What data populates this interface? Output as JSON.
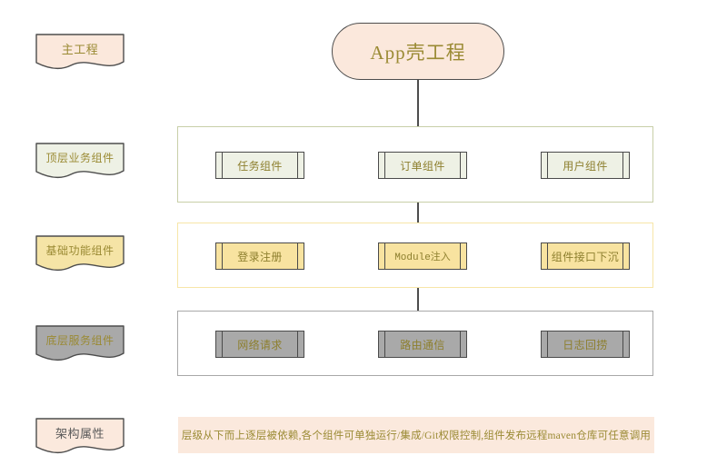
{
  "diagram": {
    "title": "App壳工程",
    "root_node": {
      "label": "App壳工程",
      "fill": "#fbe8dc",
      "stroke": "#4d4d4d",
      "text_color": "#9a8a33"
    },
    "stage_labels": [
      {
        "label": "主工程",
        "fill": "#fbe8dc",
        "stroke": "#4d4d4d",
        "text_color": "#9a8a33"
      },
      {
        "label": "顶层业务组件",
        "fill": "#eef1e5",
        "stroke": "#4d4d4d",
        "text_color": "#9a8a33"
      },
      {
        "label": "基础功能组件",
        "fill": "#f5e4a6",
        "stroke": "#4d4d4d",
        "text_color": "#8d7f2e"
      },
      {
        "label": "底层服务组件",
        "fill": "#a9a9a9",
        "stroke": "#4d4d4d",
        "text_color": "#9a8a33"
      },
      {
        "label": "架构属性",
        "fill": "#fbe9dd",
        "stroke": "#4d4d4d",
        "text_color": "#5a5a5a"
      }
    ],
    "layers": [
      {
        "name": "顶层业务组件",
        "border_color": "#c8cfa8",
        "box_fill": "#eef1e5",
        "components": [
          {
            "label": "任务组件",
            "mono": false
          },
          {
            "label": "订单组件",
            "mono": false
          },
          {
            "label": "用户组件",
            "mono": false
          }
        ]
      },
      {
        "name": "基础功能组件",
        "border_color": "#f7e6a8",
        "box_fill": "#f8e3a0",
        "components": [
          {
            "label": "登录注册",
            "mono": false
          },
          {
            "label": "Module注入",
            "mono": true
          },
          {
            "label": "组件接口下沉",
            "mono": false
          }
        ]
      },
      {
        "name": "底层服务组件",
        "border_color": "#a8a8a8",
        "box_fill": "#a9a9a9",
        "components": [
          {
            "label": "网络请求",
            "mono": false
          },
          {
            "label": "路由通信",
            "mono": false
          },
          {
            "label": "日志回捞",
            "mono": false
          }
        ]
      }
    ],
    "note": {
      "text": "层级从下而上逐层被依赖,各个组件可单独运行/集成/Git权限控制,组件发布远程maven仓库可任意调用",
      "fill": "#fbe9dd",
      "text_color": "#9a8a33"
    },
    "connector_color": "#4d4d4d"
  }
}
